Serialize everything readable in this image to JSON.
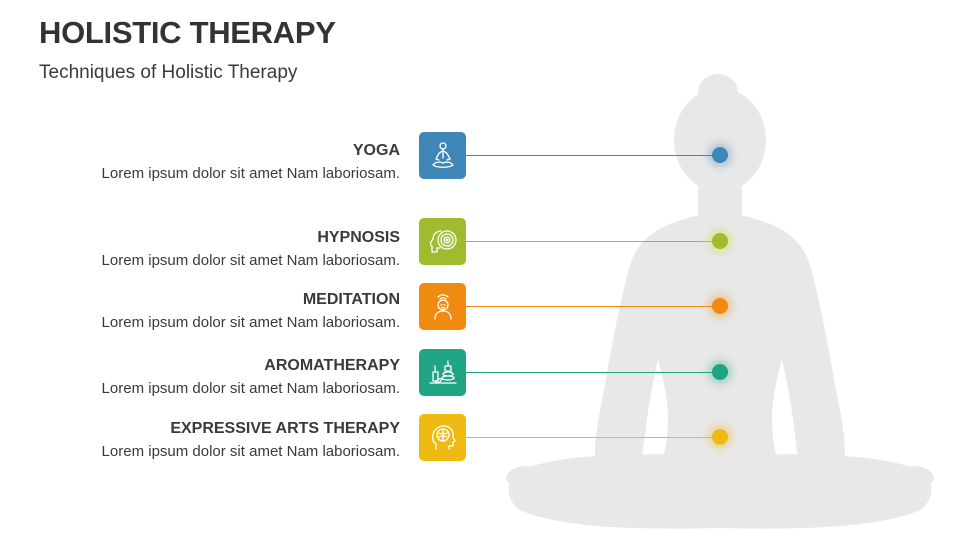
{
  "header": {
    "title": "HOLISTIC THERAPY",
    "subtitle": "Techniques of Holistic Therapy"
  },
  "items": [
    {
      "label": "YOGA",
      "description": "Lorem ipsum dolor sit amet Nam laboriosam.",
      "icon": "meditating-person-icon",
      "color": "#3f87b6"
    },
    {
      "label": "HYPNOSIS",
      "description": "Lorem ipsum dolor sit amet Nam laboriosam.",
      "icon": "hypnosis-spiral-head-icon",
      "color": "#9fbc2e"
    },
    {
      "label": "MEDITATION",
      "description": "Lorem ipsum dolor sit amet Nam laboriosam.",
      "icon": "calm-head-icon",
      "color": "#f08a11"
    },
    {
      "label": "AROMATHERAPY",
      "description": "Lorem ipsum dolor sit amet Nam laboriosam.",
      "icon": "candle-stones-icon",
      "color": "#1fa583"
    },
    {
      "label": "EXPRESSIVE ARTS THERAPY",
      "description": "Lorem ipsum dolor sit amet Nam laboriosam.",
      "icon": "brain-head-icon",
      "color": "#efbb12"
    }
  ],
  "silhouette_color": "#e8e8e8"
}
